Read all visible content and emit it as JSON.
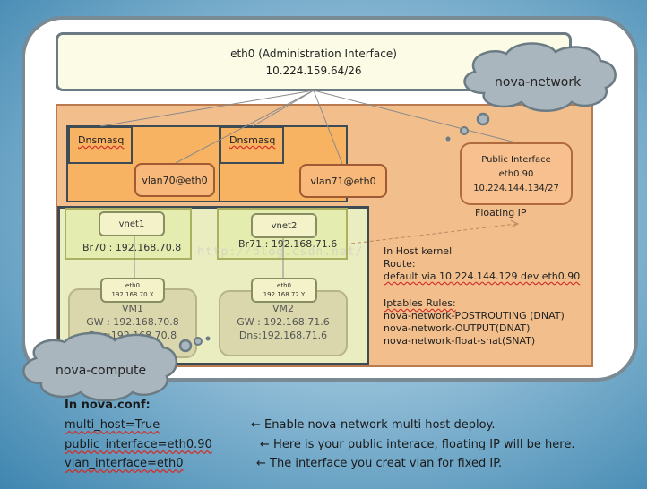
{
  "admin_interface": {
    "line1": "eth0 (Administration Interface)",
    "line2": "10.224.159.64/26"
  },
  "clouds": {
    "network": "nova-network",
    "compute": "nova-compute"
  },
  "networks": [
    {
      "dnsmasq": "Dnsmasq",
      "vlan": "vlan70@eth0",
      "vnet": "vnet1",
      "bridge": "Br70 : 192.168.70.8",
      "vm": {
        "eth_name": "eth0",
        "eth_ip": "192.168.70.X",
        "name": "VM1",
        "gw": "GW : 192.168.70.8",
        "dns": "Dns:192.168.70.8"
      }
    },
    {
      "dnsmasq": "Dnsmasq",
      "vlan": "vlan71@eth0",
      "vnet": "vnet2",
      "bridge": "Br71 : 192.168.71.6",
      "vm": {
        "eth_name": "eth0",
        "eth_ip": "192.168.72.Y",
        "name": "VM2",
        "gw": "GW : 192.168.71.6",
        "dns": "Dns:192.168.71.6"
      }
    }
  ],
  "public_interface": {
    "title": "Public Interface",
    "name": "eth0.90",
    "ip": "10.224.144.134/27"
  },
  "floating_ip_label": "Floating IP",
  "host_kernel": {
    "title": "In Host kernel",
    "route_label": "Route:",
    "route": "default via 10.224.144.129 dev eth0.90",
    "iptables_label": "Iptables Rules:",
    "rules": [
      "nova-network-POSTROUTING (DNAT)",
      "nova-network-OUTPUT(DNAT)",
      "nova-network-float-snat(SNAT)"
    ]
  },
  "watermark": "http://blog.csdn.net/",
  "config": {
    "heading": "In nova.conf:",
    "lines": [
      {
        "key": "multi_host=True",
        "desc": "Enable nova-network multi host deploy."
      },
      {
        "key": "public_interface=eth0.90",
        "desc": "Here is your public interace, floating IP will be here."
      },
      {
        "key": "vlan_interface=eth0",
        "desc": "The interface you creat vlan for fixed IP."
      }
    ],
    "arrow": "←"
  }
}
